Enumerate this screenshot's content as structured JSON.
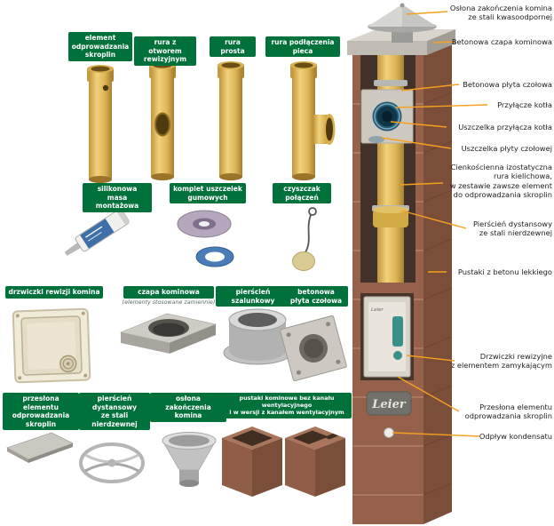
{
  "catalog": {
    "items": [
      {
        "label": "element\nodprowadzania\nskroplin"
      },
      {
        "label": "rura z otworem\nrewizyjnym"
      },
      {
        "label": "rura\nprosta"
      },
      {
        "label": "rura podłączenia\npieca"
      },
      {
        "label": "silikonowa\nmasa montażowa"
      },
      {
        "label": "komplet uszczelek\ngumowych"
      },
      {
        "label": "czyszczak\npołączeń"
      },
      {
        "label": "drzwiczki rewizji komina"
      },
      {
        "label": "czapa kominowa",
        "sublabel": "(elementy stosowane zamiennie)"
      },
      {
        "label": "pierścień szalunkowy"
      },
      {
        "label": "betonowa\npłyta czołowa"
      },
      {
        "label": "przesłona elementu\nodprowadzania\nskroplin"
      },
      {
        "label": "pierścień\ndystansowy\nze stali nierdzewnej"
      },
      {
        "label": "osłona zakończenia\nkomina"
      },
      {
        "label": "pustaki kominowe bez kanału wentylacyjnego\ni w wersji z kanałem wentylacyjnym"
      }
    ]
  },
  "callouts": [
    {
      "text": "Osłona zakończenia komina\nze stali kwasoodpornej"
    },
    {
      "text": "Betonowa czapa kominowa"
    },
    {
      "text": "Betonowa płyta czołowa"
    },
    {
      "text": "Przyłącze kotła"
    },
    {
      "text": "Uszczelka przyłącza kotła"
    },
    {
      "text": "Uszczelka płyty czołowej"
    },
    {
      "text": "Cienkościenna izostatyczna\nrura kielichowa,\nw zestawie zawsze element\ndo odprowadzania skroplin"
    },
    {
      "text": "Pierścień dystansowy\nze stali nierdzewnej"
    },
    {
      "text": "Pustaki z betonu lekkiego"
    },
    {
      "text": "Drzwiczki rewizyjne\nz elementem zamykającym"
    },
    {
      "text": "Przesłona elementu\nodprowadzania skroplin"
    },
    {
      "text": "Odpływ kondensatu"
    }
  ],
  "brand": {
    "logo": "Leier"
  },
  "colors": {
    "label_green": "#00713a",
    "leader_orange": "#f5a01e",
    "pipe_yellow": "#ddb556",
    "block_brown": "#96614a"
  }
}
